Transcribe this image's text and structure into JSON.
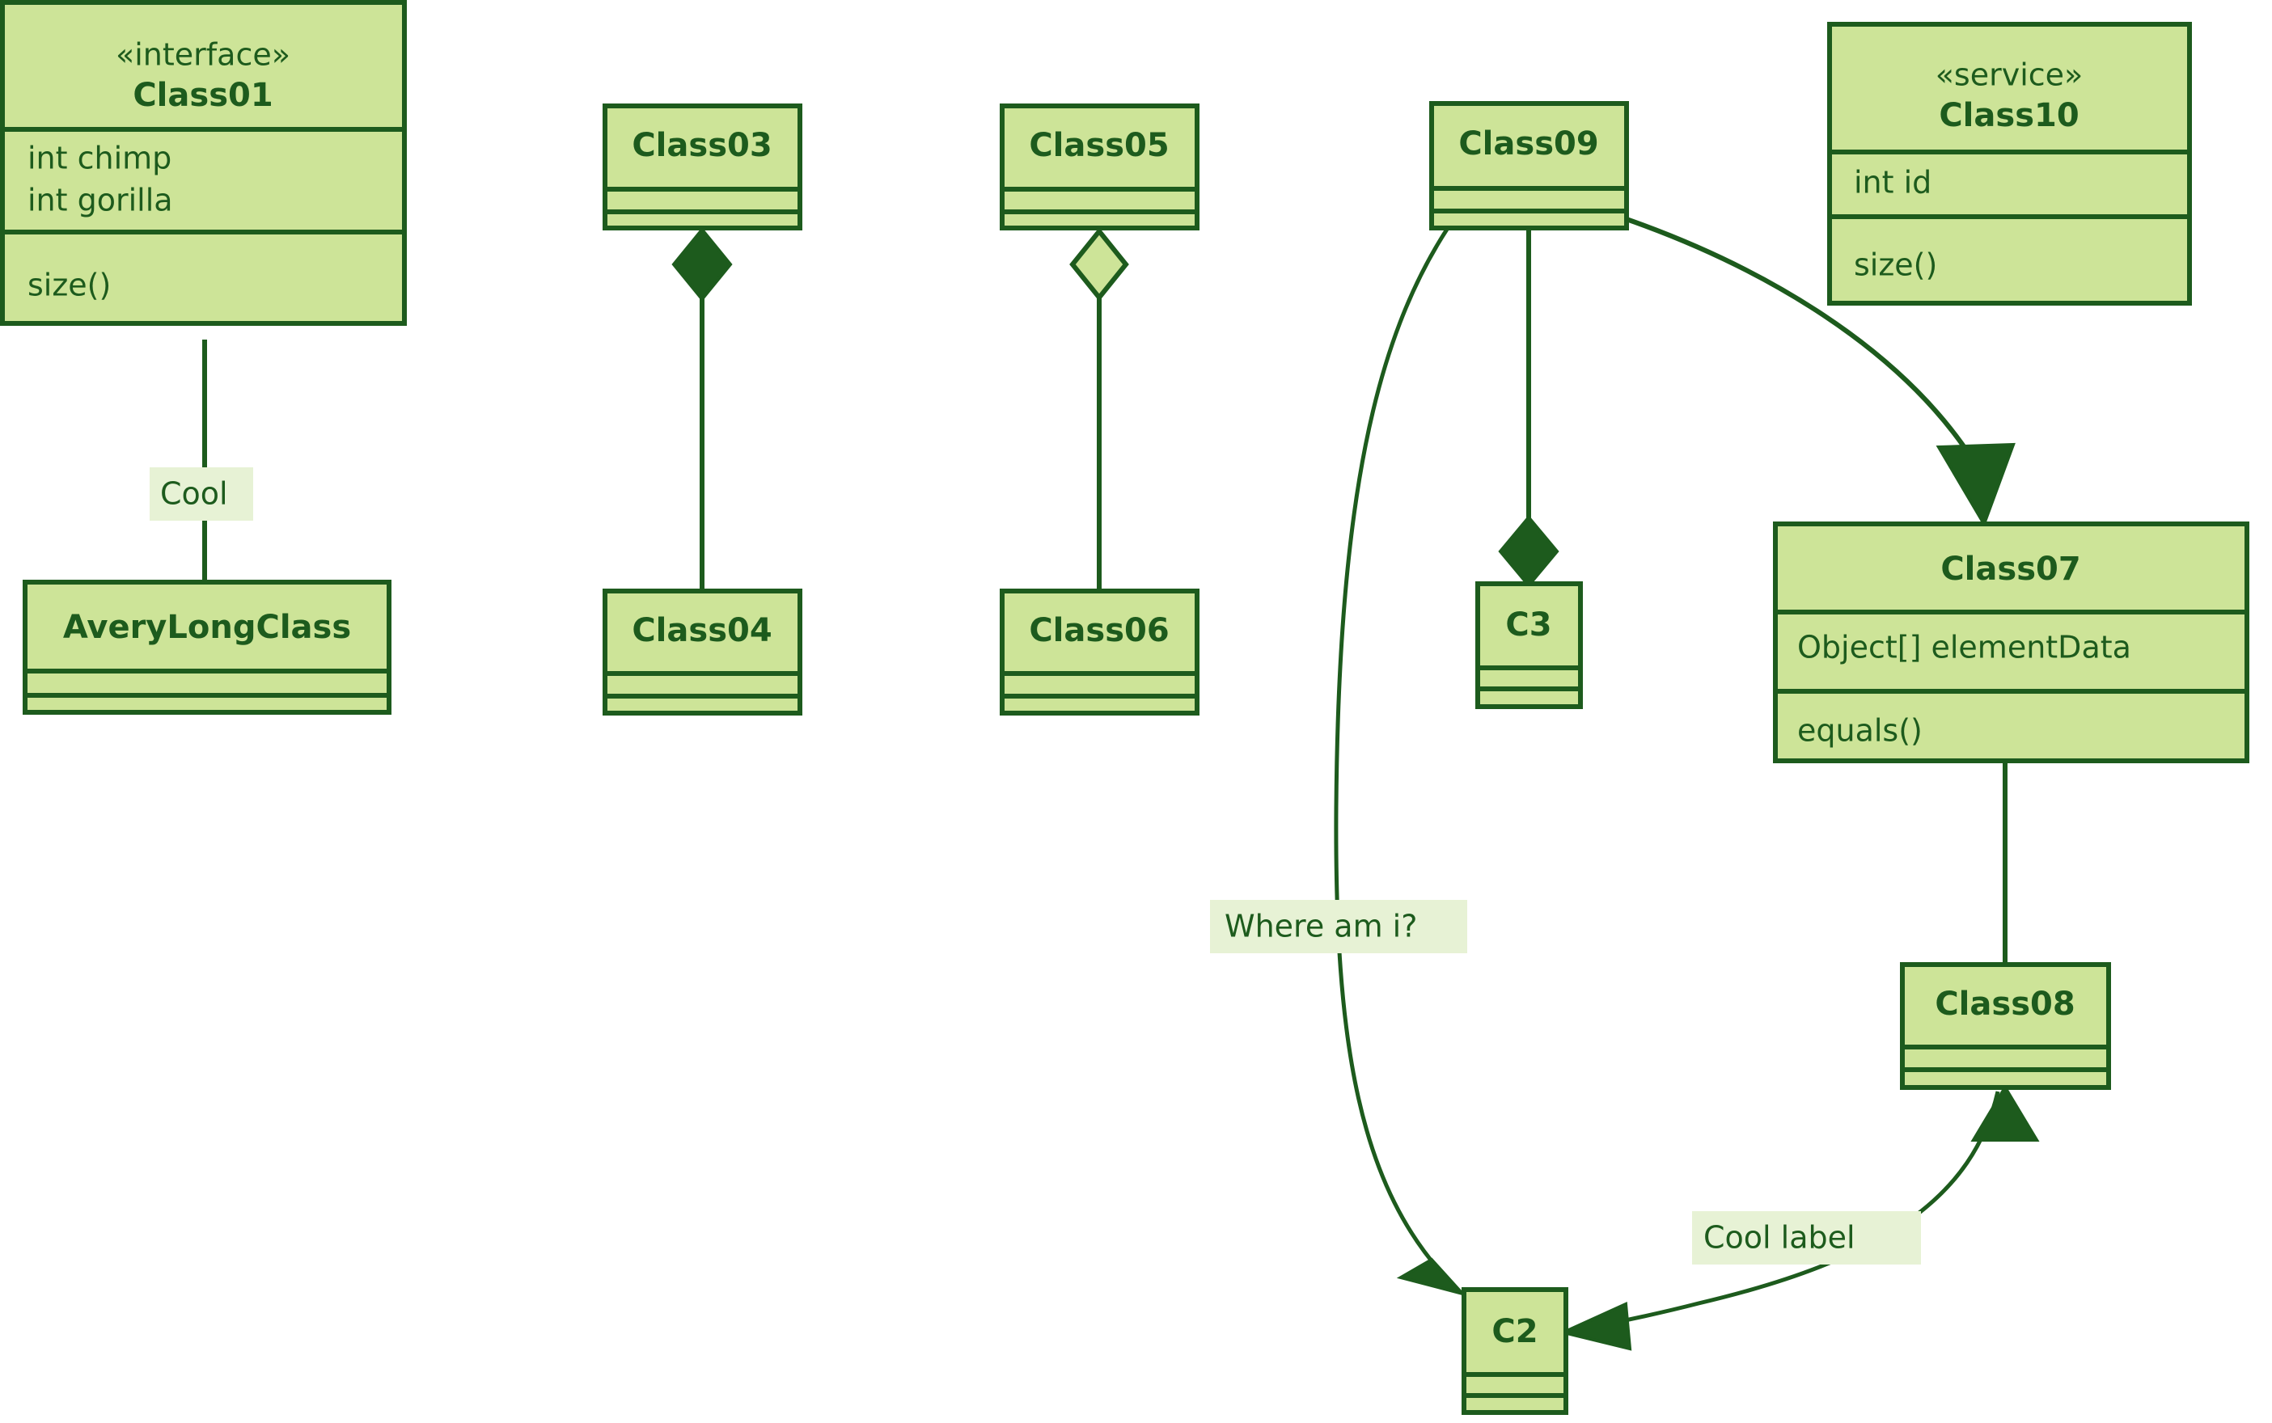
{
  "diagram": {
    "kind": "uml-class-diagram",
    "colors": {
      "box_fill": "#cde498",
      "stroke": "#1d5b1d",
      "text": "#1d5b1d",
      "label_background": "#e7f2d5",
      "page_background": "#ffffff"
    },
    "classes": [
      {
        "id": "Class01",
        "stereotype": "«interface»",
        "name": "Class01",
        "attributes": [
          "int chimp",
          "int gorilla"
        ],
        "methods": [
          "size()"
        ]
      },
      {
        "id": "AveryLongClass",
        "stereotype": "",
        "name": "AveryLongClass",
        "attributes": [],
        "methods": []
      },
      {
        "id": "Class03",
        "stereotype": "",
        "name": "Class03",
        "attributes": [],
        "methods": []
      },
      {
        "id": "Class04",
        "stereotype": "",
        "name": "Class04",
        "attributes": [],
        "methods": []
      },
      {
        "id": "Class05",
        "stereotype": "",
        "name": "Class05",
        "attributes": [],
        "methods": []
      },
      {
        "id": "Class06",
        "stereotype": "",
        "name": "Class06",
        "attributes": [],
        "methods": []
      },
      {
        "id": "Class09",
        "stereotype": "",
        "name": "Class09",
        "attributes": [],
        "methods": []
      },
      {
        "id": "Class10",
        "stereotype": "«service»",
        "name": "Class10",
        "attributes": [
          "int id"
        ],
        "methods": [
          "size()"
        ]
      },
      {
        "id": "C3",
        "stereotype": "",
        "name": "C3",
        "attributes": [],
        "methods": []
      },
      {
        "id": "Class07",
        "stereotype": "",
        "name": "Class07",
        "attributes": [
          "Object[] elementData"
        ],
        "methods": [
          "equals()"
        ]
      },
      {
        "id": "Class08",
        "stereotype": "",
        "name": "Class08",
        "attributes": [],
        "methods": []
      },
      {
        "id": "C2",
        "stereotype": "",
        "name": "C2",
        "attributes": [],
        "methods": []
      }
    ],
    "relations": [
      {
        "id": "rel-inheritance-averylongclass-class01",
        "from": "AveryLongClass",
        "to": "Class01",
        "type": "inheritance",
        "marker": "filled-triangle",
        "label": "Cool"
      },
      {
        "id": "rel-composition-class03-class04",
        "from": "Class03",
        "to": "Class04",
        "type": "composition",
        "marker": "filled-diamond",
        "label": ""
      },
      {
        "id": "rel-aggregation-class05-class06",
        "from": "Class05",
        "to": "Class06",
        "type": "aggregation",
        "marker": "hollow-diamond",
        "label": ""
      },
      {
        "id": "rel-class09-c2",
        "from": "Class09",
        "to": "C2",
        "type": "directed-association",
        "marker": "open-arrow",
        "label": "Where am i?"
      },
      {
        "id": "rel-composition-class09-c3",
        "from": "Class09",
        "to": "C3",
        "type": "composition",
        "marker": "filled-diamond",
        "label": ""
      },
      {
        "id": "rel-class09-class07",
        "from": "Class09",
        "to": "Class07",
        "type": "realization",
        "marker": "filled-triangle",
        "label": ""
      },
      {
        "id": "rel-class07-class08",
        "from": "Class07",
        "to": "Class08",
        "type": "association",
        "marker": "none",
        "label": ""
      },
      {
        "id": "rel-class08-c2",
        "from": "Class08",
        "to": "C2",
        "type": "directed-association",
        "marker": "open-arrow",
        "label": "Cool label"
      }
    ],
    "edge_labels": [
      {
        "id": "label-cool",
        "text": "Cool"
      },
      {
        "id": "label-where-am-i",
        "text": "Where am i?"
      },
      {
        "id": "label-cool-label",
        "text": "Cool label"
      }
    ]
  }
}
